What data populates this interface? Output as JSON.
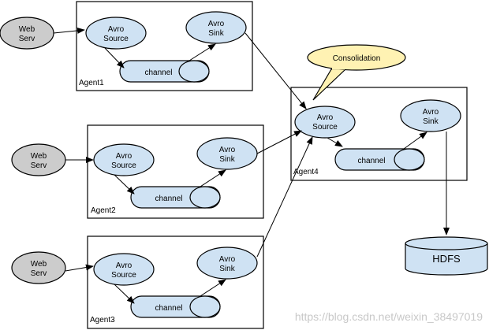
{
  "colors": {
    "source_fill": "#cfe2f3",
    "web_fill": "#cccccc",
    "callout_fill": "#fff2b3",
    "stroke": "#000000",
    "watermark": "#c8c8c8"
  },
  "web_servers": [
    {
      "line1": "Web",
      "line2": "Serv"
    },
    {
      "line1": "Web",
      "line2": "Serv"
    },
    {
      "line1": "Web",
      "line2": "Serv"
    }
  ],
  "agents": [
    {
      "label": "Agent1",
      "source": {
        "line1": "Avro",
        "line2": "Source"
      },
      "sink": {
        "line1": "Avro",
        "line2": "Sink"
      },
      "channel": "channel"
    },
    {
      "label": "Agent2",
      "source": {
        "line1": "Avro",
        "line2": "Source"
      },
      "sink": {
        "line1": "Avro",
        "line2": "Sink"
      },
      "channel": "channel"
    },
    {
      "label": "Agent3",
      "source": {
        "line1": "Avro",
        "line2": "Source"
      },
      "sink": {
        "line1": "Avro",
        "line2": "Sink"
      },
      "channel": "channel"
    },
    {
      "label": "Agent4",
      "source": {
        "line1": "Avro",
        "line2": "Source"
      },
      "sink": {
        "line1": "Avro",
        "line2": "Sink"
      },
      "channel": "channel"
    }
  ],
  "callout": "Consolidation",
  "storage": "HDFS",
  "watermark": "https://blog.csdn.net/weixin_38497019"
}
